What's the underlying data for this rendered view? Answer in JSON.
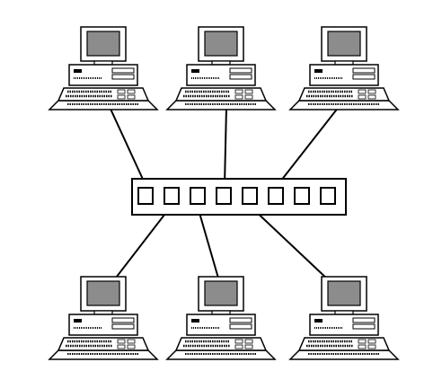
{
  "diagram": {
    "kind": "star-network",
    "center": {
      "type": "switch",
      "port_count": 8
    },
    "nodes": [
      {
        "id": "pc-top-left",
        "type": "computer",
        "connected_port": 1
      },
      {
        "id": "pc-top-center",
        "type": "computer",
        "connected_port": 4
      },
      {
        "id": "pc-top-right",
        "type": "computer",
        "connected_port": 6
      },
      {
        "id": "pc-bottom-left",
        "type": "computer",
        "connected_port": 2
      },
      {
        "id": "pc-bottom-center",
        "type": "computer",
        "connected_port": 3
      },
      {
        "id": "pc-bottom-right",
        "type": "computer",
        "connected_port": 5
      }
    ],
    "colors": {
      "line": "#000000",
      "screen": "#8c8c8c",
      "body": "#ffffff",
      "background": "#ffffff"
    }
  }
}
